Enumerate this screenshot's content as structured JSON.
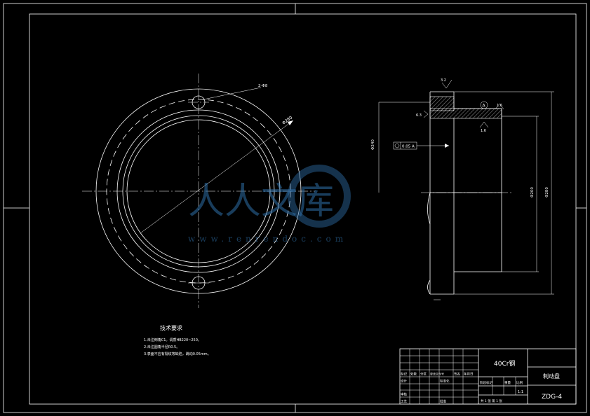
{
  "drawing": {
    "material": "40Cr钢",
    "part_name": "制动盘",
    "drawing_number": "ZDG-4",
    "scale": "1:1",
    "sheet_info": "共 1 张  第 1 张"
  },
  "tech_requirements": {
    "title": "技术要求",
    "items": [
      "1.未注倒角C1。调质HB220~250。",
      "2.未注圆角半径R0.5。",
      "3.表面不应有裂纹等缺陷，跳动0.05mm。"
    ]
  },
  "front_view": {
    "labels": {
      "hole_callout": "2-Φ8",
      "diameter_callout": "Φ280"
    }
  },
  "side_view": {
    "labels": {
      "roughness_top": "3.2",
      "roughness_left": "6.3",
      "roughness_right": "1.6",
      "roughness_bottom": "1.6",
      "runout_frame": "0.05 A",
      "datum": "A",
      "dim_left": "Φ240",
      "dim_inner": "Φ200",
      "dim_right": "Φ280"
    }
  },
  "title_block": {
    "row_labels": [
      "标记",
      "处数",
      "分区",
      "更改文件号",
      "签名",
      "年月日"
    ],
    "designer_label": "设计",
    "standardization_label": "标准化",
    "review_label": "审核",
    "process_label": "工艺",
    "approve_label": "批准",
    "stage_label": "阶段标记",
    "weight_label": "重量",
    "scale_label": "比例"
  },
  "watermark": {
    "brand": "人人文库",
    "url": "www.renrendoc.com"
  }
}
